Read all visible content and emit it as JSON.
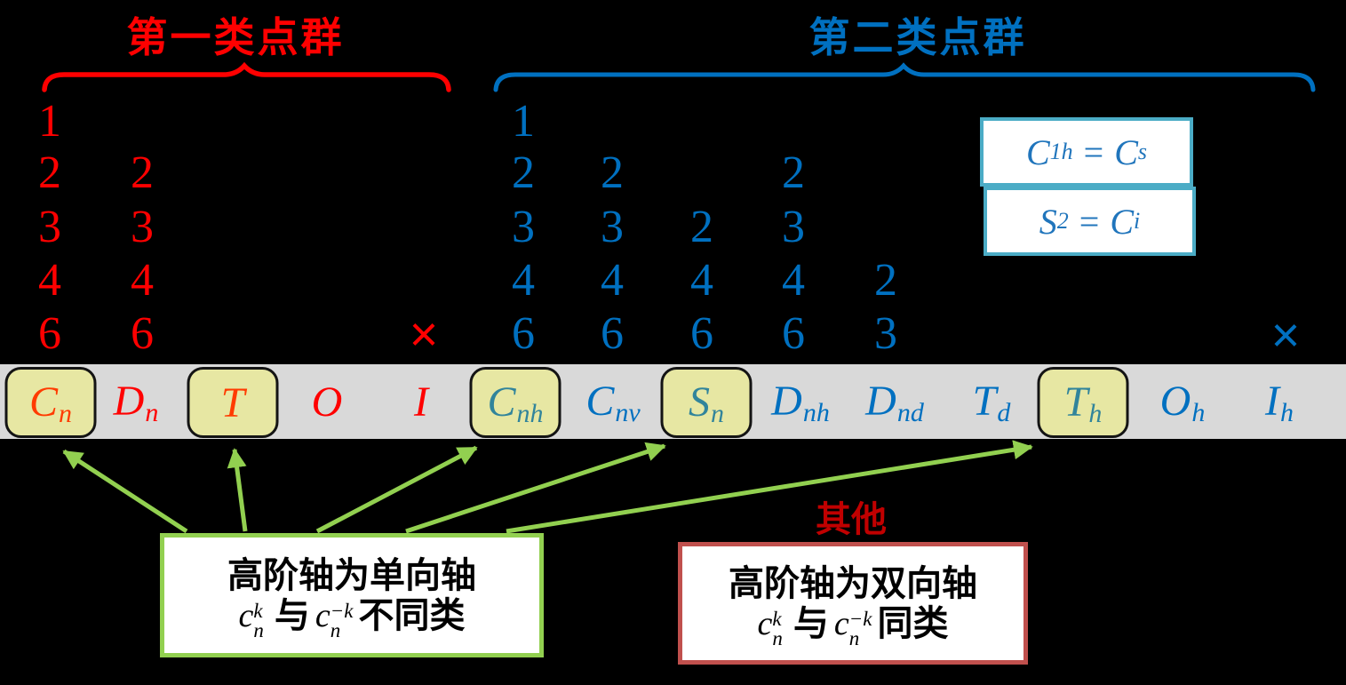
{
  "header": {
    "class1_label": "第一类点群",
    "class2_label": "第二类点群"
  },
  "equations": {
    "eq1": {
      "lhs_base": "C",
      "lhs_sub": "1h",
      "op": "=",
      "rhs_base": "C",
      "rhs_sub": "s"
    },
    "eq2": {
      "lhs_base": "S",
      "lhs_sub": "2",
      "op": "=",
      "rhs_base": "C",
      "rhs_sub": "i"
    }
  },
  "grid": {
    "row_orders": [
      "1",
      "2",
      "3",
      "4",
      "6"
    ],
    "red_cross": "×",
    "blue_cross": "×",
    "cells": [
      {
        "col": "cn",
        "row": 0,
        "value": "1"
      },
      {
        "col": "cn",
        "row": 1,
        "value": "2"
      },
      {
        "col": "cn",
        "row": 2,
        "value": "3"
      },
      {
        "col": "cn",
        "row": 3,
        "value": "4"
      },
      {
        "col": "cn",
        "row": 4,
        "value": "6"
      },
      {
        "col": "dn",
        "row": 1,
        "value": "2"
      },
      {
        "col": "dn",
        "row": 2,
        "value": "3"
      },
      {
        "col": "dn",
        "row": 3,
        "value": "4"
      },
      {
        "col": "dn",
        "row": 4,
        "value": "6"
      },
      {
        "col": "cnh",
        "row": 0,
        "value": "1"
      },
      {
        "col": "cnh",
        "row": 1,
        "value": "2"
      },
      {
        "col": "cnh",
        "row": 2,
        "value": "3"
      },
      {
        "col": "cnh",
        "row": 3,
        "value": "4"
      },
      {
        "col": "cnh",
        "row": 4,
        "value": "6"
      },
      {
        "col": "cnv",
        "row": 1,
        "value": "2"
      },
      {
        "col": "cnv",
        "row": 2,
        "value": "3"
      },
      {
        "col": "cnv",
        "row": 3,
        "value": "4"
      },
      {
        "col": "cnv",
        "row": 4,
        "value": "6"
      },
      {
        "col": "sn",
        "row": 2,
        "value": "2"
      },
      {
        "col": "sn",
        "row": 3,
        "value": "4"
      },
      {
        "col": "sn",
        "row": 4,
        "value": "6"
      },
      {
        "col": "dnh",
        "row": 1,
        "value": "2"
      },
      {
        "col": "dnh",
        "row": 2,
        "value": "3"
      },
      {
        "col": "dnh",
        "row": 3,
        "value": "4"
      },
      {
        "col": "dnh",
        "row": 4,
        "value": "6"
      },
      {
        "col": "dnd",
        "row": 3,
        "value": "2"
      },
      {
        "col": "dnd",
        "row": 4,
        "value": "3"
      }
    ]
  },
  "bar": {
    "items": [
      {
        "id": "cn",
        "base": "C",
        "sub": "n",
        "highlight": true,
        "color": "#FF3B00"
      },
      {
        "id": "dn",
        "base": "D",
        "sub": "n",
        "highlight": false,
        "color": "#FF0000"
      },
      {
        "id": "t",
        "base": "T",
        "sub": "",
        "highlight": true,
        "color": "#FF3B00"
      },
      {
        "id": "o",
        "base": "O",
        "sub": "",
        "highlight": false,
        "color": "#FF0000"
      },
      {
        "id": "i",
        "base": "I",
        "sub": "",
        "highlight": false,
        "color": "#FF0000"
      },
      {
        "id": "cnh",
        "base": "C",
        "sub": "nh",
        "highlight": true,
        "color": "#31849B"
      },
      {
        "id": "cnv",
        "base": "C",
        "sub": "nv",
        "highlight": false,
        "color": "#0070C0"
      },
      {
        "id": "sn",
        "base": "S",
        "sub": "n",
        "highlight": true,
        "color": "#31849B"
      },
      {
        "id": "dnh",
        "base": "D",
        "sub": "nh",
        "highlight": false,
        "color": "#0070C0"
      },
      {
        "id": "dnd",
        "base": "D",
        "sub": "nd",
        "highlight": false,
        "color": "#0070C0"
      },
      {
        "id": "td",
        "base": "T",
        "sub": "d",
        "highlight": false,
        "color": "#0070C0"
      },
      {
        "id": "th",
        "base": "T",
        "sub": "h",
        "highlight": true,
        "color": "#31849B"
      },
      {
        "id": "oh",
        "base": "O",
        "sub": "h",
        "highlight": false,
        "color": "#0070C0"
      },
      {
        "id": "ih",
        "base": "I",
        "sub": "h",
        "highlight": false,
        "color": "#0070C0"
      }
    ]
  },
  "notes": {
    "left": {
      "line1": "高阶轴为单向轴",
      "math": {
        "c1": "c",
        "sup1": "k",
        "sub1": "n",
        "conj": "与",
        "c2": "c",
        "sup2": "−k",
        "sub2": "n",
        "tail": "不同类"
      }
    },
    "right": {
      "label": "其他",
      "line1": "高阶轴为双向轴",
      "math": {
        "c1": "c",
        "sup1": "k",
        "sub1": "n",
        "conj": "与",
        "c2": "c",
        "sup2": "−k",
        "sub2": "n",
        "tail": "同类"
      }
    }
  },
  "colors": {
    "class1_red": "#FF0000",
    "class2_blue": "#0070C0",
    "highlight_red_orange": "#FF3B00",
    "highlight_teal": "#31849B",
    "bar_gray": "#D9D9D9",
    "highlight_box_fill": "#E7E7A3",
    "arrow_green": "#92D050",
    "other_dark_red": "#C00000",
    "right_box_border": "#C0504D",
    "equation_box_border": "#4BACC6"
  }
}
